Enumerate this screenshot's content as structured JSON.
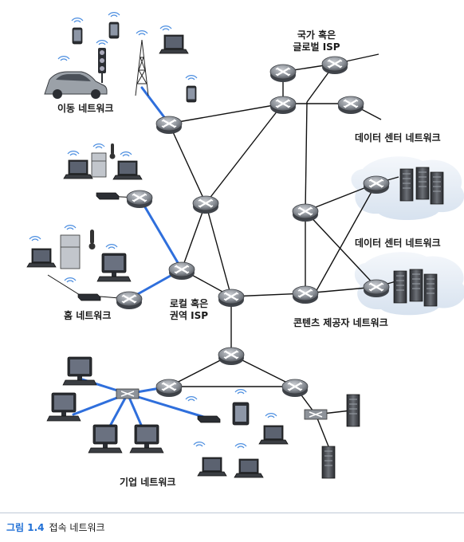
{
  "labels": {
    "mobile_network": "이동 네트워크",
    "global_isp_line1": "국가 혹은",
    "global_isp_line2": "글로벌 ISP",
    "datacenter_1": "데이터 센터 네트워크",
    "datacenter_2": "데이터 센터 네트워크",
    "home_network": "홈 네트워크",
    "regional_isp_line1": "로컬 혹은",
    "regional_isp_line2": "권역 ISP",
    "content_provider": "콘텐츠 제공자 네트워크",
    "enterprise_network": "기업 네트워크"
  },
  "caption": {
    "figure_number": "그림 1.4",
    "title": "접속 네트워크"
  },
  "colors": {
    "access_link": "#2f6fdc",
    "core_link": "#111111",
    "router_body": "#8a8f96",
    "cloud_fill": "#e6eef8",
    "figure_label": "#1f6fd6"
  }
}
